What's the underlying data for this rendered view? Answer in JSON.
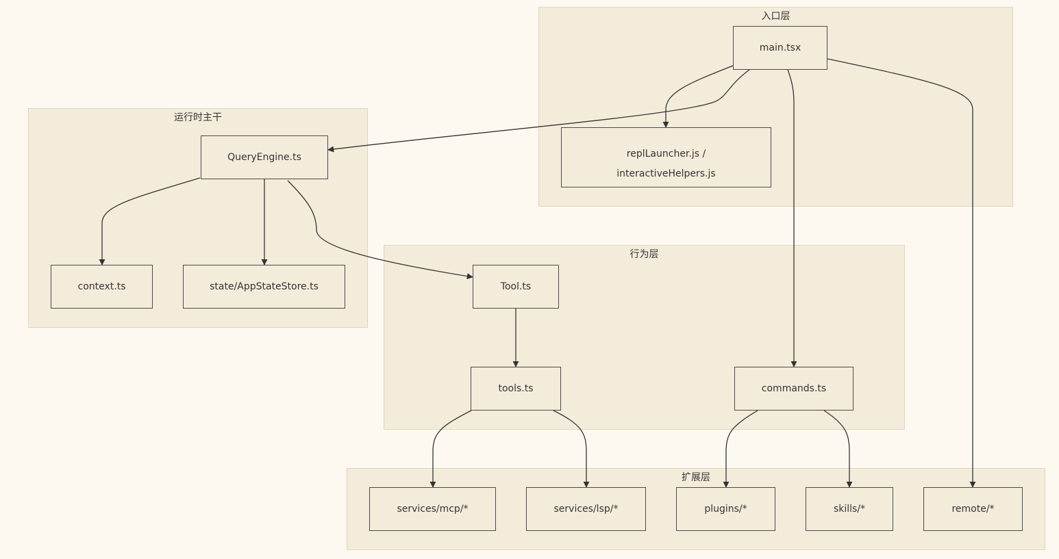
{
  "clusters": {
    "entry": "入口层",
    "runtime": "运行时主干",
    "behavior": "行为层",
    "extension": "扩展层"
  },
  "nodes": {
    "main": "main.tsx",
    "repl_line1": "replLauncher.js /",
    "repl_line2": "interactiveHelpers.js",
    "query_engine": "QueryEngine.ts",
    "context": "context.ts",
    "state": "state/AppStateStore.ts",
    "tool": "Tool.ts",
    "tools": "tools.ts",
    "commands": "commands.ts",
    "mcp": "services/mcp/*",
    "lsp": "services/lsp/*",
    "plugins": "plugins/*",
    "skills": "skills/*",
    "remote": "remote/*"
  },
  "edges": [
    {
      "from": "main.tsx",
      "to": "replLauncher.js / interactiveHelpers.js"
    },
    {
      "from": "main.tsx",
      "to": "QueryEngine.ts"
    },
    {
      "from": "main.tsx",
      "to": "commands.ts"
    },
    {
      "from": "main.tsx",
      "to": "remote/*"
    },
    {
      "from": "QueryEngine.ts",
      "to": "context.ts"
    },
    {
      "from": "QueryEngine.ts",
      "to": "state/AppStateStore.ts"
    },
    {
      "from": "QueryEngine.ts",
      "to": "Tool.ts"
    },
    {
      "from": "Tool.ts",
      "to": "tools.ts"
    },
    {
      "from": "tools.ts",
      "to": "services/mcp/*"
    },
    {
      "from": "tools.ts",
      "to": "services/lsp/*"
    },
    {
      "from": "commands.ts",
      "to": "plugins/*"
    },
    {
      "from": "commands.ts",
      "to": "skills/*"
    }
  ],
  "colors": {
    "background": "#fdf9f0",
    "cluster_fill": "#f3ecdb",
    "cluster_border": "#dcd6c1",
    "node_border": "#4a4a4a",
    "edge": "#333333"
  }
}
